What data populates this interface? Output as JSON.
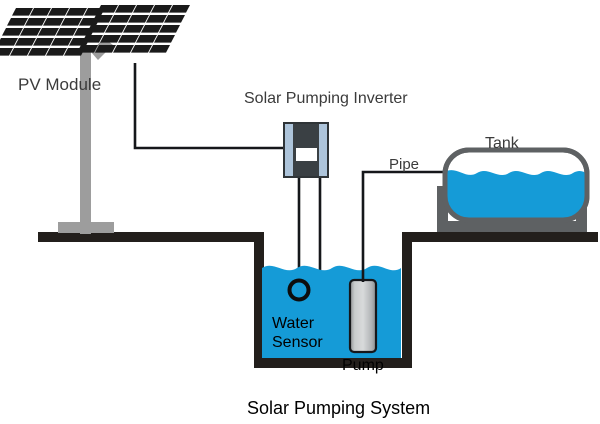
{
  "diagram": {
    "title": "Solar Pumping System",
    "labels": {
      "pv_module": "PV Module",
      "inverter": "Solar Pumping Inverter",
      "tank": "Tank",
      "pipe": "Pipe",
      "water_sensor_line1": "Water",
      "water_sensor_line2": "Sensor",
      "pump": "Pump",
      "caption": "Solar Pumping System"
    },
    "components": [
      {
        "id": "pv-array-left",
        "name": "PV Module Panel Left",
        "rows": 5,
        "cols": 5
      },
      {
        "id": "pv-array-right",
        "name": "PV Module Panel Right",
        "rows": 5,
        "cols": 5
      },
      {
        "id": "mounting-pole",
        "name": "Mounting Pole"
      },
      {
        "id": "dc-cable",
        "name": "DC Cable from PV to Inverter"
      },
      {
        "id": "inverter",
        "name": "Solar Pumping Inverter"
      },
      {
        "id": "inverter-display",
        "name": "Inverter Display"
      },
      {
        "id": "sensor-cable",
        "name": "Sensor Cable"
      },
      {
        "id": "pump-cable",
        "name": "Pump Power Cable"
      },
      {
        "id": "well",
        "name": "Well"
      },
      {
        "id": "well-water",
        "name": "Well Water"
      },
      {
        "id": "water-sensor",
        "name": "Water Sensor Ring"
      },
      {
        "id": "pump",
        "name": "Submersible Pump"
      },
      {
        "id": "pipe",
        "name": "Delivery Pipe"
      },
      {
        "id": "tank",
        "name": "Storage Tank"
      },
      {
        "id": "tank-water",
        "name": "Tank Water"
      },
      {
        "id": "tank-stand",
        "name": "Tank Stand"
      },
      {
        "id": "ground",
        "name": "Ground Line"
      }
    ],
    "colors": {
      "water": "#159BD7",
      "ground": "#231f1c",
      "panel_cell": "#1a1a1a",
      "pole": "#9d9d9d",
      "inverter_body": "#3a4044",
      "inverter_side": "#adc4da",
      "tank_outline": "#5e6163",
      "pump_body": "#b9bcbe",
      "label_text": "#3b3b3b",
      "caption_text": "#1c1c1c"
    }
  }
}
